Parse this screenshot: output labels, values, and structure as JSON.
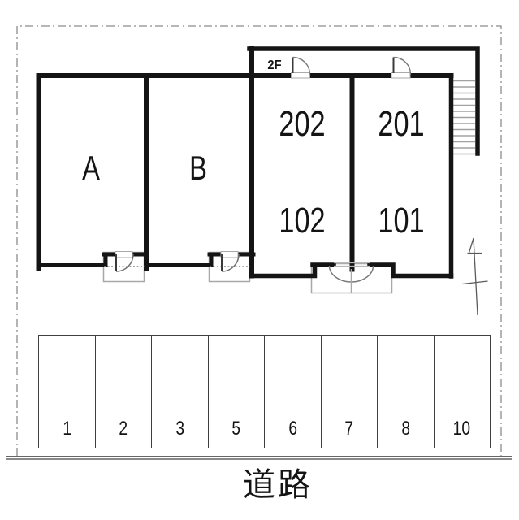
{
  "floor_plan": {
    "floor_label": "2F",
    "rooms": {
      "a": "A",
      "b": "B"
    },
    "units": {
      "u202": "202",
      "u201": "201",
      "u102": "102",
      "u101": "101"
    }
  },
  "parking": {
    "stalls": [
      "1",
      "2",
      "3",
      "5",
      "6",
      "7",
      "8",
      "10"
    ]
  },
  "road": {
    "label": "道路"
  },
  "colors": {
    "wall": "#141414",
    "detail_gray": "#a0a0a0",
    "boundary_gray": "#8c8c8c",
    "background": "#ffffff"
  }
}
